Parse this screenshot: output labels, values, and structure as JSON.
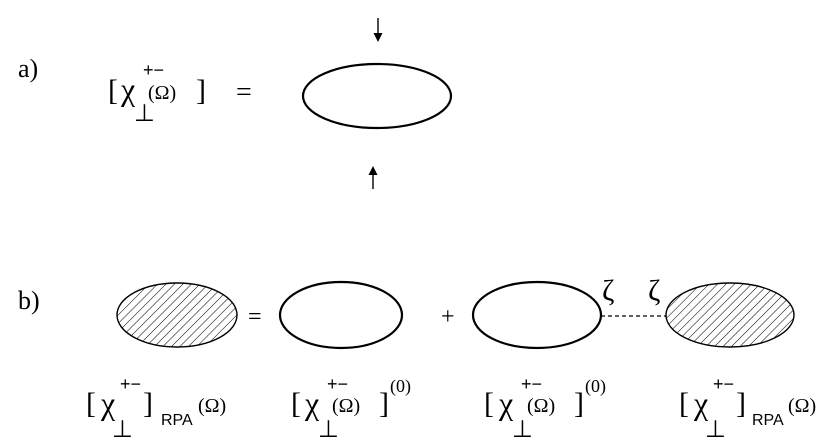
{
  "panel_a": {
    "label": "a)",
    "lhs": {
      "open_bracket": "[",
      "chi": "χ",
      "superscript": "+−",
      "subscript": "⊥",
      "argument": "(Ω)",
      "close_bracket": "]"
    },
    "equals": "="
  },
  "panel_b": {
    "label": "b)",
    "equals": "=",
    "plus": "+",
    "zeta_left": "ζ",
    "zeta_right": "ζ",
    "terms": [
      {
        "open_bracket": "[",
        "chi": "χ",
        "superscript": "+−",
        "subscript": "⊥",
        "close_bracket": "]",
        "lower_index": "RPA",
        "argument": "(Ω)"
      },
      {
        "open_bracket": "[",
        "chi": "χ",
        "superscript": "+−",
        "subscript": "⊥",
        "argument": "(Ω)",
        "close_bracket": "]",
        "power": "(0)"
      },
      {
        "open_bracket": "[",
        "chi": "χ",
        "superscript": "+−",
        "subscript": "⊥",
        "argument": "(Ω)",
        "close_bracket": "]",
        "power": "(0)"
      },
      {
        "open_bracket": "[",
        "chi": "χ",
        "superscript": "+−",
        "subscript": "⊥",
        "close_bracket": "]",
        "lower_index": "RPA",
        "argument": "(Ω)"
      }
    ]
  }
}
